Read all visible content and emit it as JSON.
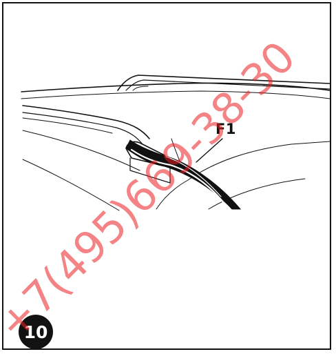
{
  "figure": {
    "callout_label": "F1",
    "step_number": "10"
  },
  "watermark": {
    "text": "+7(495)669-38-30",
    "color": "#eb1e23"
  },
  "colors": {
    "line": "#111111",
    "background": "#ffffff"
  }
}
